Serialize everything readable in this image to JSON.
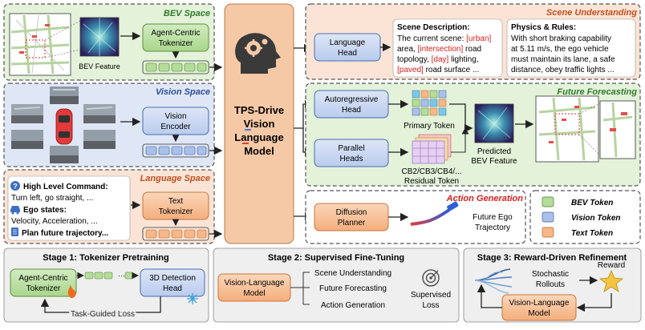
{
  "spaces": {
    "bev": "BEV Space",
    "vision": "Vision Space",
    "language": "Language Space"
  },
  "bev": {
    "feature_label": "BEV Feature",
    "tokenizer": [
      "Agent-Centric",
      "Tokenizer"
    ]
  },
  "vision": {
    "encoder": [
      "Vision",
      "Encoder"
    ]
  },
  "language": {
    "command_title": "High Level Command:",
    "command_text": "Turn left, go straight, ...",
    "ego_title": "Ego states:",
    "ego_text": "Velocity, Acceleration, ...",
    "plan_text": "Plan future trajectory...",
    "tokenizer": [
      "Text",
      "Tokenizer"
    ]
  },
  "model": {
    "lines": [
      "TPS-Drive",
      "Vision",
      "Language",
      "Model"
    ]
  },
  "scene_understanding": {
    "title": "Scene Understanding",
    "head": [
      "Language",
      "Head"
    ],
    "desc_title": "Scene Description:",
    "desc_lines": [
      [
        {
          "t": "The current scene: ",
          "hl": false
        },
        {
          "t": "[urban]",
          "hl": true
        }
      ],
      [
        {
          "t": "area, ",
          "hl": false
        },
        {
          "t": "[intersection]",
          "hl": true
        },
        {
          "t": " road",
          "hl": false
        }
      ],
      [
        {
          "t": "topology, ",
          "hl": false
        },
        {
          "t": "[day]",
          "hl": true
        },
        {
          "t": " lighting,",
          "hl": false
        }
      ],
      [
        {
          "t": "[paved]",
          "hl": true
        },
        {
          "t": " road surface ...",
          "hl": false
        }
      ]
    ],
    "physics_title": "Physics & Rules:",
    "physics_lines": [
      "With short braking capability",
      "at 5.11 m/s, the ego vehicle",
      "must maintain its lane, a safe",
      "distance, obey traffic lights ..."
    ]
  },
  "future_forecasting": {
    "title": "Future Forecasting",
    "ar_head": [
      "Autoregressive",
      "Head"
    ],
    "primary_token": "Primary Token",
    "parallel_heads": [
      "Parallel",
      "Heads"
    ],
    "residual_token": [
      "CB2/CB3/CB4/...",
      "Residual Token"
    ],
    "predicted": [
      "Predicted",
      "BEV Feature"
    ]
  },
  "action_generation": {
    "title": "Action Generation",
    "planner": [
      "Diffusion",
      "Planner"
    ],
    "trajectory": [
      "Future Ego",
      "Trajectory"
    ]
  },
  "legend": [
    "BEV Token",
    "Vision Token",
    "Text Token"
  ],
  "colors": {
    "bev_fill": "#e3f2d9",
    "bev_token": "#b5dd9a",
    "vision_fill": "#dfe6f5",
    "vision_token": "#a9c1ea",
    "text_fill": "#fbe4d6",
    "text_token": "#f6b78a",
    "model_fill": "#f6c9a6",
    "red": "#d6201f"
  },
  "stage1": {
    "title": "Stage 1: Tokenizer Pretraining",
    "tokenizer": [
      "Agent-Centric",
      "Tokenizer"
    ],
    "head": [
      "3D Detection",
      "Head"
    ],
    "loss": "Task-Guided Loss"
  },
  "stage2": {
    "title": "Stage 2: Supervised Fine-Tuning",
    "model": [
      "Vision-Language",
      "Model"
    ],
    "tasks": [
      "Scene Understanding",
      "Future Forecasting",
      "Action Generation"
    ],
    "loss": [
      "Supervised",
      "Loss"
    ]
  },
  "stage3": {
    "title": "Stage 3: Reward-Driven Refinement",
    "reward": "Reward",
    "rollouts": [
      "Stochastic",
      "Rollouts"
    ],
    "model": [
      "Vision-Language",
      "Model"
    ]
  }
}
